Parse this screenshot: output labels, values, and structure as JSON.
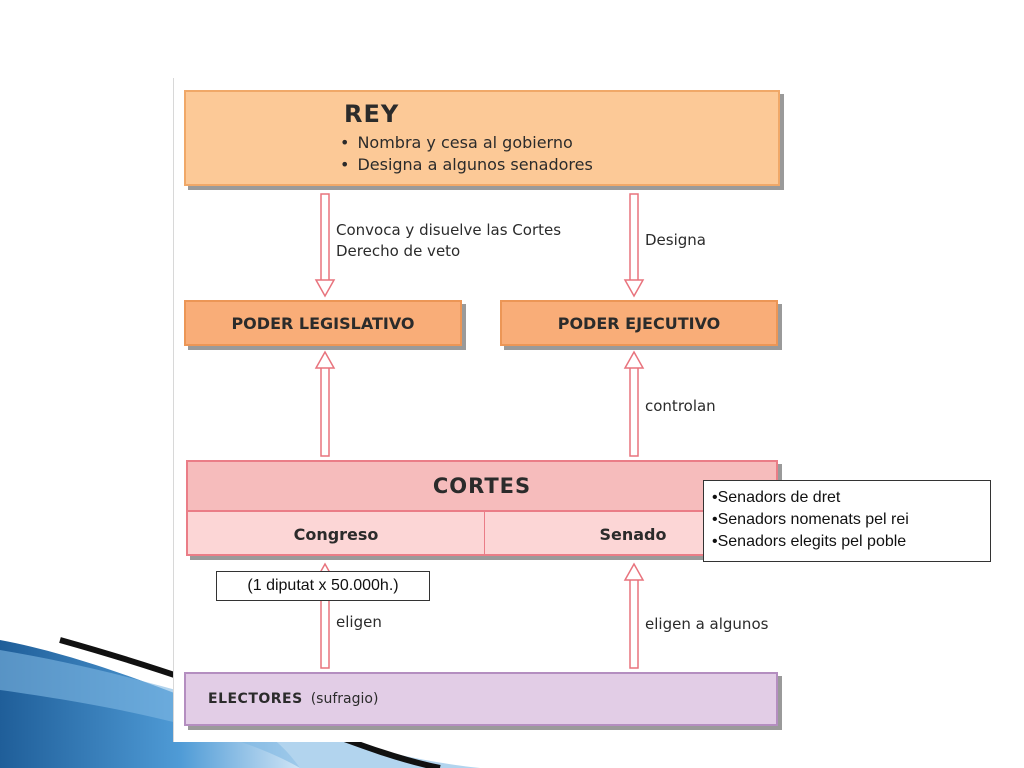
{
  "rey": {
    "title": "REY",
    "bullets": [
      "Nombra y cesa al gobierno",
      "Designa a algunos senadores"
    ]
  },
  "arrow_labels": {
    "convoca_line1": "Convoca y disuelve las Cortes",
    "convoca_line2": "Derecho de veto",
    "designa": "Designa",
    "controlan": "controlan",
    "eligen": "eligen",
    "eligen_algunos": "eligen a algunos"
  },
  "poderes": {
    "legislativo": "PODER LEGISLATIVO",
    "ejecutivo": "PODER EJECUTIVO"
  },
  "cortes": {
    "title": "CORTES",
    "congreso": "Congreso",
    "senado": "Senado"
  },
  "electores": {
    "title": "ELECTORES",
    "subtitle": "(sufragio)"
  },
  "callout": {
    "items": [
      "Senadors de dret",
      "Senadors nomenats pel rei",
      "Senadors elegits pel poble"
    ]
  },
  "note": "(1 diputat x 50.000h.)",
  "colors": {
    "rey_fill": "#fcc997",
    "poder_fill": "#f9ad78",
    "cortes_fill": "#fcd6d6",
    "electores_fill": "#e2cde6",
    "arrow": "#e8737d",
    "deco_blue": "#2e7ab8"
  }
}
